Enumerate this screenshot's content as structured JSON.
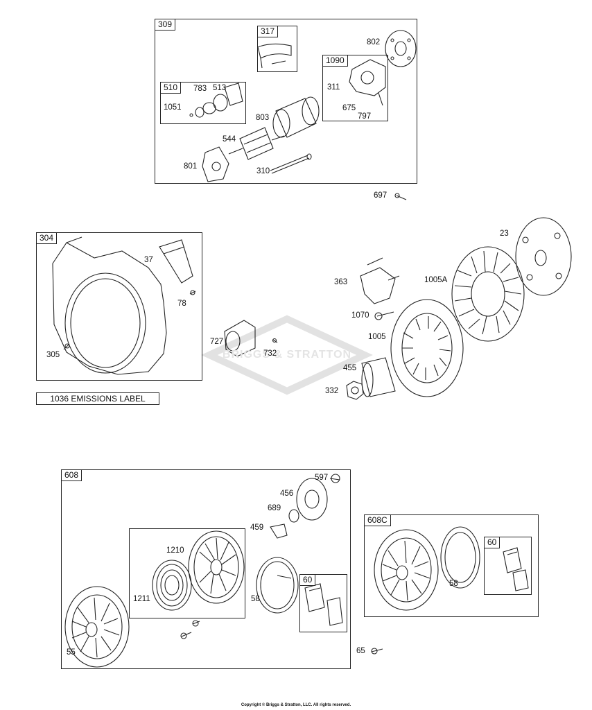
{
  "groups": {
    "g309": "309",
    "g317": "317",
    "g1090": "1090",
    "g510": "510",
    "g304": "304",
    "g608": "608",
    "g608c": "608C",
    "g60a": "60",
    "g60b": "60"
  },
  "parts": {
    "p802": "802",
    "p311": "311",
    "p675": "675",
    "p797": "797",
    "p783": "783",
    "p513": "513",
    "p1051": "1051",
    "p803": "803",
    "p544": "544",
    "p801": "801",
    "p310": "310",
    "p697": "697",
    "p37": "37",
    "p78": "78",
    "p305": "305",
    "p727": "727",
    "p732": "732",
    "p23": "23",
    "p363": "363",
    "p1005a": "1005A",
    "p1070": "1070",
    "p1005": "1005",
    "p455": "455",
    "p332": "332",
    "p597": "597",
    "p456": "456",
    "p689": "689",
    "p459": "459",
    "p1210": "1210",
    "p1211": "1211",
    "p58a": "58",
    "p55": "55",
    "p65": "65",
    "p58b": "58",
    "p60c": "60"
  },
  "emissions_label": "1036 EMISSIONS LABEL",
  "watermark": "BRIGGS & STRATTON",
  "copyright": "Copyright © Briggs & Stratton, LLC. All rights reserved."
}
